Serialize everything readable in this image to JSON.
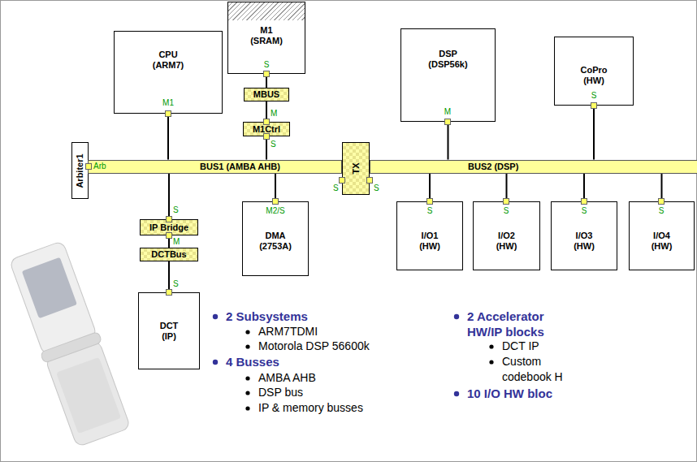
{
  "diagram": {
    "nodes": [
      {
        "text": [
          "CPU",
          "(ARM7)"
        ]
      },
      {
        "text": [
          "M1",
          "(SRAM)"
        ]
      },
      {
        "text": [
          "MBUS"
        ]
      },
      {
        "text": [
          "M1Ctrl"
        ]
      },
      {
        "text": [
          "DSP",
          "(DSP56k)"
        ]
      },
      {
        "text": [
          "CoPro",
          "(HW)"
        ]
      },
      {
        "text": [
          "Arbiter1"
        ]
      },
      {
        "text": [
          "BUS1 (AMBA AHB)"
        ]
      },
      {
        "text": [
          "TX"
        ]
      },
      {
        "text": [
          "BUS2 (DSP)"
        ]
      },
      {
        "text": [
          "IP Bridge"
        ]
      },
      {
        "text": [
          "DMA",
          "(2753A)"
        ]
      },
      {
        "text": [
          "I/O1",
          "(HW)"
        ]
      },
      {
        "text": [
          "I/O2",
          "(HW)"
        ]
      },
      {
        "text": [
          "I/O3",
          "(HW)"
        ]
      },
      {
        "text": [
          "I/O4",
          "(HW)"
        ]
      },
      {
        "text": [
          "DCTBus"
        ]
      },
      {
        "text": [
          "DCT",
          "(IP)"
        ]
      }
    ],
    "edges": [
      {
        "from": 0,
        "to": 7,
        "arrow": "none"
      },
      {
        "from": 1,
        "to": 2,
        "arrow": "none"
      },
      {
        "from": 2,
        "to": 3,
        "arrow": "none"
      },
      {
        "from": 3,
        "to": 7,
        "arrow": "none"
      },
      {
        "from": 4,
        "to": 9,
        "arrow": "none"
      },
      {
        "from": 5,
        "to": 9,
        "arrow": "none"
      },
      {
        "from": 7,
        "to": 10,
        "arrow": "none"
      },
      {
        "from": 10,
        "to": 16,
        "arrow": "none"
      },
      {
        "from": 16,
        "to": 17,
        "arrow": "none"
      },
      {
        "from": 7,
        "to": 11,
        "arrow": "none"
      },
      {
        "from": 9,
        "to": 12,
        "arrow": "none"
      },
      {
        "from": 9,
        "to": 13,
        "arrow": "none"
      },
      {
        "from": 9,
        "to": 14,
        "arrow": "none"
      },
      {
        "from": 9,
        "to": 15,
        "arrow": "none"
      }
    ],
    "labels": [
      "M1",
      "S",
      "M",
      "S",
      "M",
      "S",
      "Arb",
      "S",
      "S",
      "S",
      "M",
      "M2/S",
      "S",
      "S",
      "S",
      "S",
      "S",
      "2 Subsystems",
      "ARM7TDMI",
      "Motorola DSP 56600k",
      "4 Busses",
      "AMBA AHB",
      "DSP bus",
      "IP & memory busses",
      "2 Accelerator HW/IP blocks",
      "DCT IP",
      "Custom codebook H",
      "10 I/O HW bloc"
    ]
  }
}
